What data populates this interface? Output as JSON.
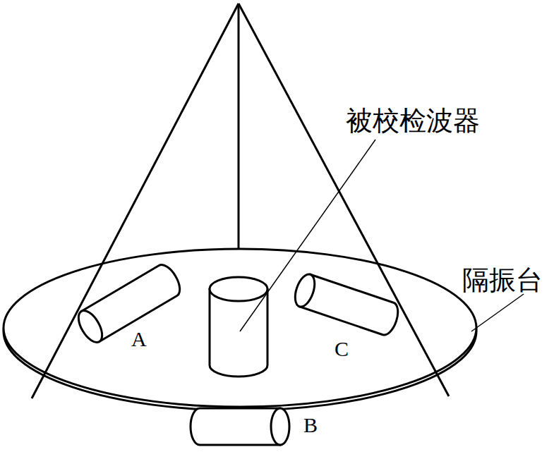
{
  "diagram": {
    "labels": [
      "被校检波器",
      "A",
      "C",
      "隔振台",
      "B"
    ]
  }
}
